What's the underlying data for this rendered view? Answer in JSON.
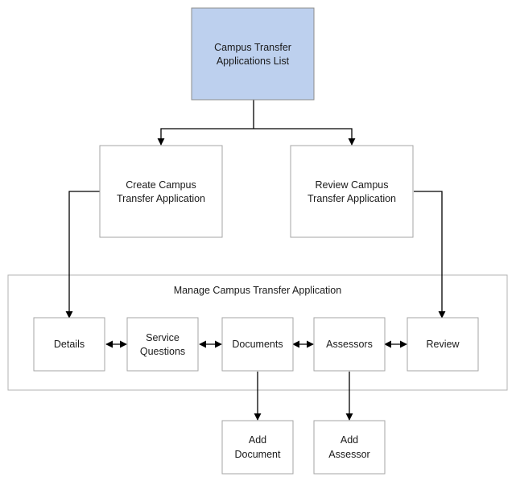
{
  "diagram": {
    "group": {
      "title": "Manage Campus Transfer Application"
    },
    "nodes": {
      "list": [
        "Campus Transfer",
        "Applications List"
      ],
      "create": [
        "Create Campus",
        "Transfer Application"
      ],
      "review_app": [
        "Review Campus",
        "Transfer Application"
      ],
      "details": [
        "Details"
      ],
      "service": [
        "Service",
        "Questions"
      ],
      "documents": [
        "Documents"
      ],
      "assessors": [
        "Assessors"
      ],
      "review": [
        "Review"
      ],
      "add_document": [
        "Add",
        "Document"
      ],
      "add_assessor": [
        "Add",
        "Assessor"
      ]
    },
    "colors": {
      "primary_fill": "#bdd0ee",
      "border": "#a6a6a6",
      "edge": "#000000"
    }
  }
}
